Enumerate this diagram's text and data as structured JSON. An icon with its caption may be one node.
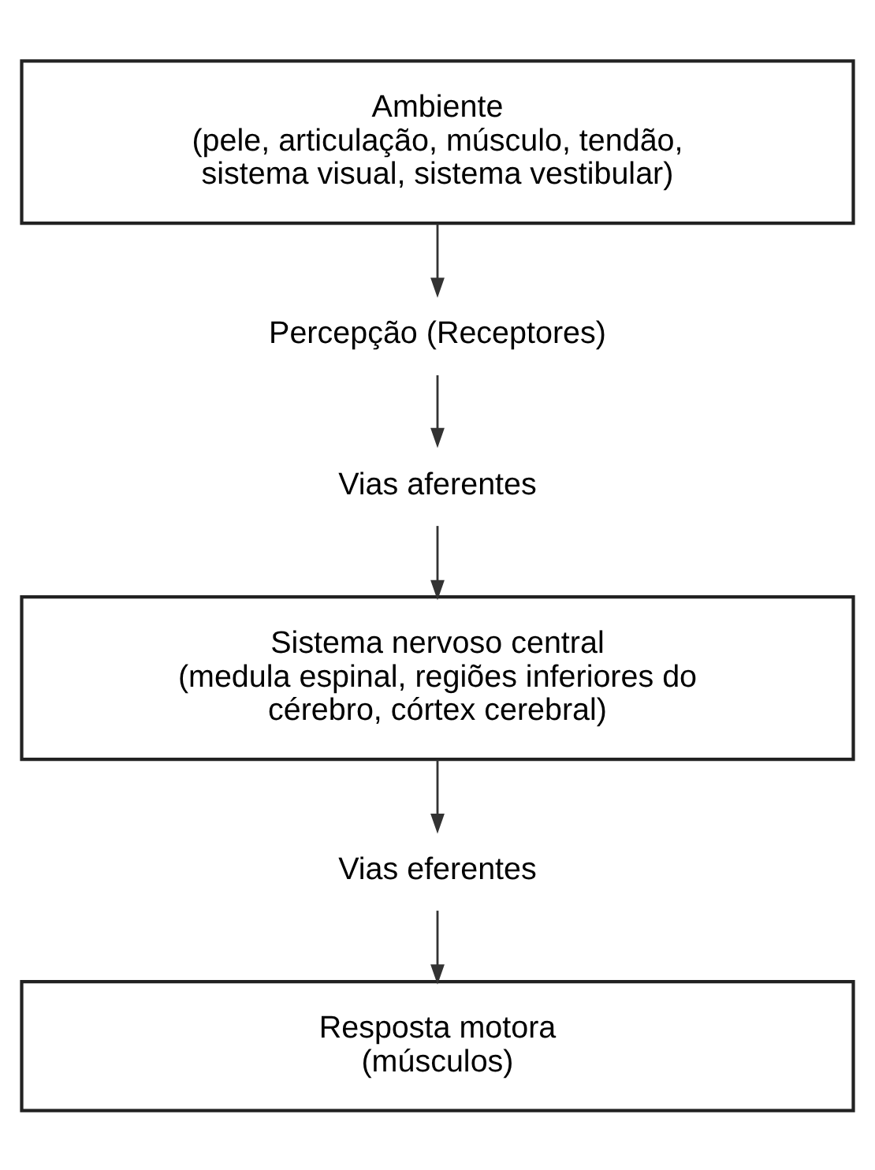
{
  "diagram": {
    "nodes": [
      {
        "text": [
          "Ambiente",
          "(pele, articulação, músculo, tendão, sistema visual, sistema vestibular)"
        ]
      },
      {
        "text": [
          "Percepção (Receptores)"
        ]
      },
      {
        "text": [
          "Vias aferentes"
        ]
      },
      {
        "text": [
          "Sistema nervoso central",
          "(medula espinal, regiões inferiores do cérebro, córtex cerebral)"
        ]
      },
      {
        "text": [
          "Vias eferentes"
        ]
      },
      {
        "text": [
          "Resposta motora",
          "(músculos)"
        ]
      }
    ],
    "edges": [
      {
        "from": 0,
        "to": 1,
        "arrow": "to"
      },
      {
        "from": 1,
        "to": 2,
        "arrow": "to"
      },
      {
        "from": 2,
        "to": 3,
        "arrow": "to"
      },
      {
        "from": 3,
        "to": 4,
        "arrow": "to"
      },
      {
        "from": 4,
        "to": 5,
        "arrow": "to"
      }
    ]
  }
}
